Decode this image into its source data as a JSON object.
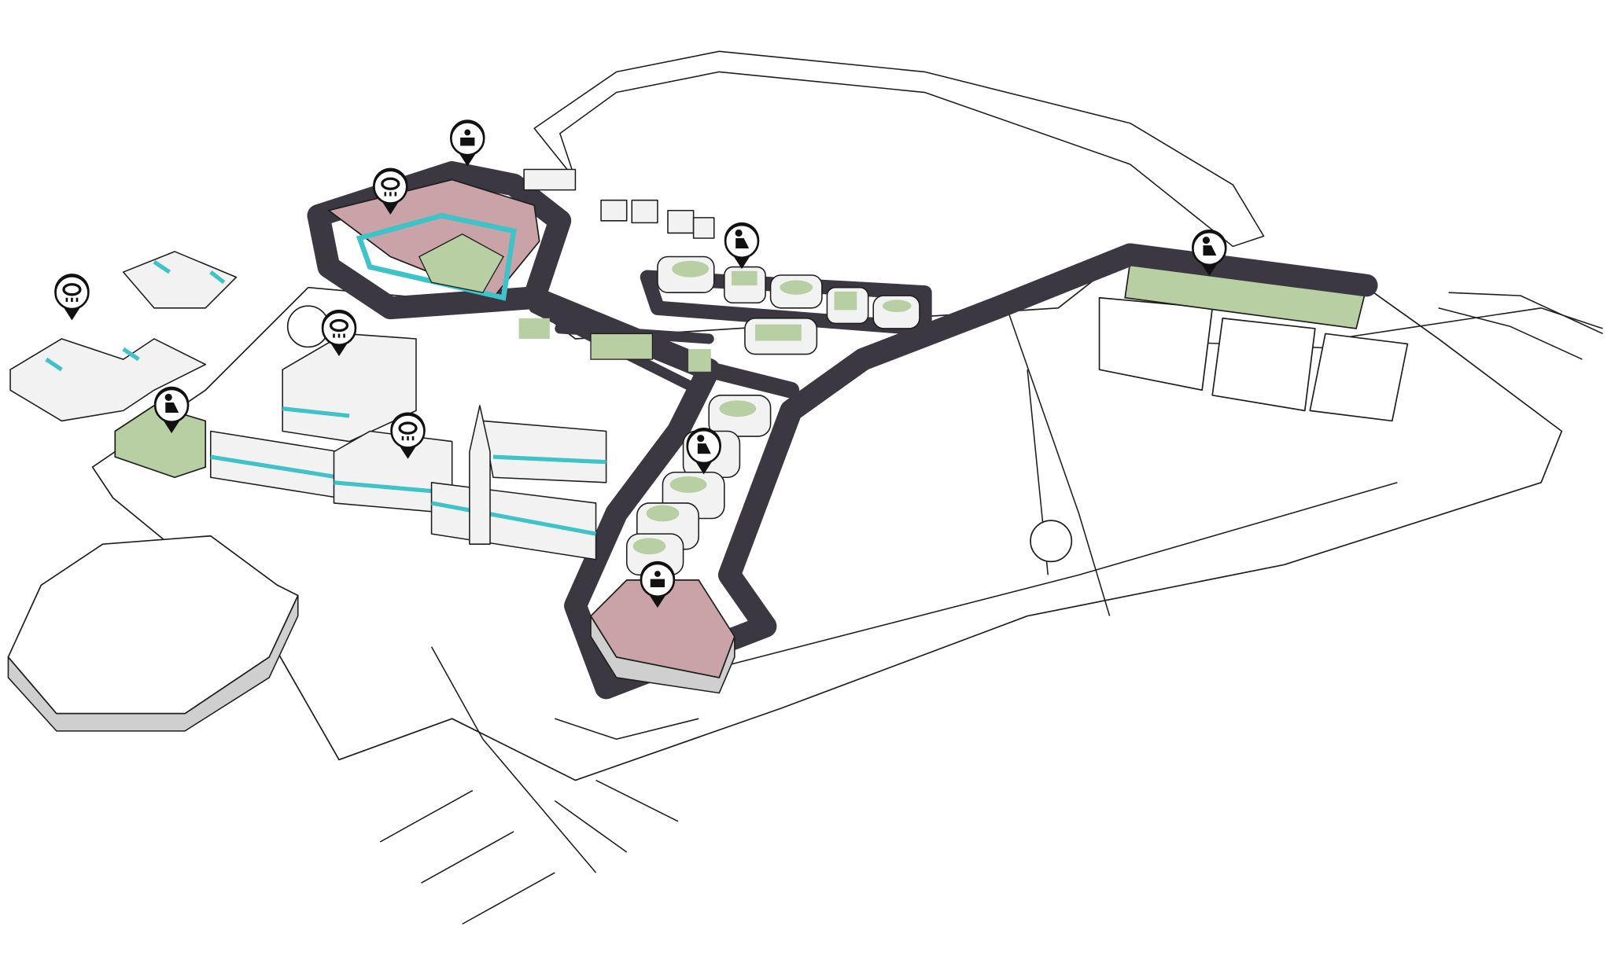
{
  "colors": {
    "road": "#3b3842",
    "green_roof": "#b7cfa3",
    "pink_roof": "#c9a3a8",
    "water_accent": "#3fc3c9",
    "outline": "#1e1e1e",
    "ground": "#ffffff"
  },
  "markers": [
    {
      "icon": "solar-panel-icon",
      "zone": "courtyard-block"
    },
    {
      "icon": "rain-cloud-icon",
      "zone": "courtyard-block"
    },
    {
      "icon": "rain-cloud-icon",
      "zone": "cluster-housing"
    },
    {
      "icon": "rain-cloud-icon",
      "zone": "l-block"
    },
    {
      "icon": "person-sitting-icon",
      "zone": "green-pavilion"
    },
    {
      "icon": "rain-cloud-icon",
      "zone": "historic-row"
    },
    {
      "icon": "person-sitting-icon",
      "zone": "green-roof-row"
    },
    {
      "icon": "person-sitting-icon",
      "zone": "linear-park"
    },
    {
      "icon": "person-sitting-icon",
      "zone": "tower-spine"
    },
    {
      "icon": "solar-panel-icon",
      "zone": "south-block"
    }
  ]
}
